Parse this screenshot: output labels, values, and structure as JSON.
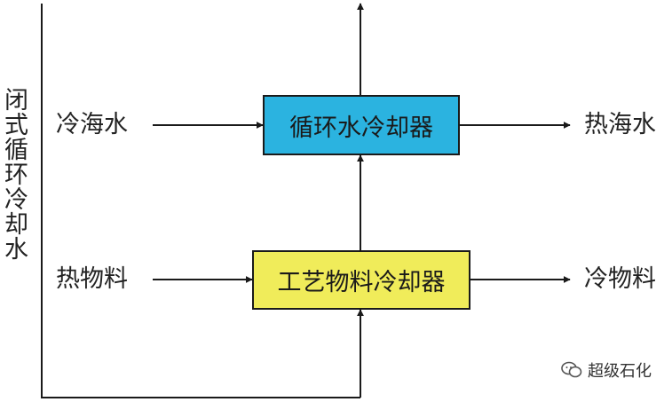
{
  "colors": {
    "top_box": "#2bb3e0",
    "bottom_box": "#f0ec5a",
    "line": "#1a1a1a"
  },
  "left_vertical_label": "闭式循环冷却水",
  "top_row": {
    "input": "冷海水",
    "box": "循环水冷却器",
    "output": "热海水"
  },
  "bottom_row": {
    "input": "热物料",
    "box": "工艺物料冷却器",
    "output": "冷物料"
  },
  "watermark": {
    "icon": "wechat-icon",
    "text": "超级石化"
  }
}
